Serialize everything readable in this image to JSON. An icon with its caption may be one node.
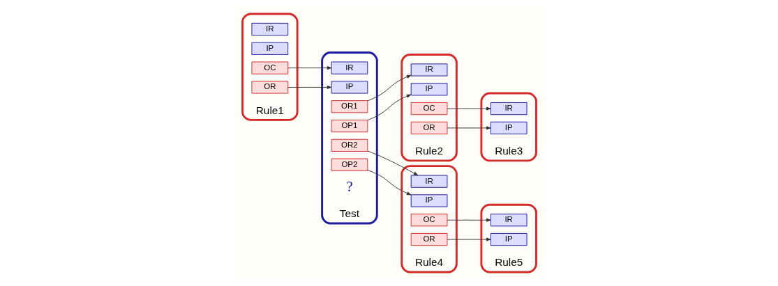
{
  "diagram": {
    "nodes": [
      {
        "text": [
          "Rule1"
        ]
      },
      {
        "text": [
          "IR"
        ],
        "in": 0
      },
      {
        "text": [
          "IP"
        ],
        "in": 0
      },
      {
        "text": [
          "OC"
        ],
        "in": 0
      },
      {
        "text": [
          "OR"
        ],
        "in": 0
      },
      {
        "text": [
          "Test"
        ]
      },
      {
        "text": [
          "IR"
        ],
        "in": 5
      },
      {
        "text": [
          "IP"
        ],
        "in": 5
      },
      {
        "text": [
          "OR1"
        ],
        "in": 5
      },
      {
        "text": [
          "OP1"
        ],
        "in": 5
      },
      {
        "text": [
          "OR2"
        ],
        "in": 5
      },
      {
        "text": [
          "OP2"
        ],
        "in": 5
      },
      {
        "text": [
          "Rule2"
        ]
      },
      {
        "text": [
          "IR"
        ],
        "in": 12
      },
      {
        "text": [
          "IP"
        ],
        "in": 12
      },
      {
        "text": [
          "OC"
        ],
        "in": 12
      },
      {
        "text": [
          "OR"
        ],
        "in": 12
      },
      {
        "text": [
          "Rule3"
        ]
      },
      {
        "text": [
          "IR"
        ],
        "in": 17
      },
      {
        "text": [
          "IP"
        ],
        "in": 17
      },
      {
        "text": [
          "Rule4"
        ]
      },
      {
        "text": [
          "IR"
        ],
        "in": 20
      },
      {
        "text": [
          "IP"
        ],
        "in": 20
      },
      {
        "text": [
          "OC"
        ],
        "in": 20
      },
      {
        "text": [
          "OR"
        ],
        "in": 20
      },
      {
        "text": [
          "Rule5"
        ]
      },
      {
        "text": [
          "IR"
        ],
        "in": 25
      },
      {
        "text": [
          "IP"
        ],
        "in": 25
      }
    ],
    "edges": [
      {
        "from": 3,
        "to": 6,
        "arrow": "to"
      },
      {
        "from": 4,
        "to": 7,
        "arrow": "to"
      },
      {
        "from": 8,
        "to": 13,
        "arrow": "to"
      },
      {
        "from": 9,
        "to": 14,
        "arrow": "to"
      },
      {
        "from": 10,
        "to": 21,
        "arrow": "to"
      },
      {
        "from": 11,
        "to": 22,
        "arrow": "to"
      },
      {
        "from": 15,
        "to": 18,
        "arrow": "to"
      },
      {
        "from": 16,
        "to": 19,
        "arrow": "to"
      },
      {
        "from": 23,
        "to": 26,
        "arrow": "to"
      },
      {
        "from": 24,
        "to": 27,
        "arrow": "to"
      }
    ],
    "labels": [
      "?"
    ]
  }
}
